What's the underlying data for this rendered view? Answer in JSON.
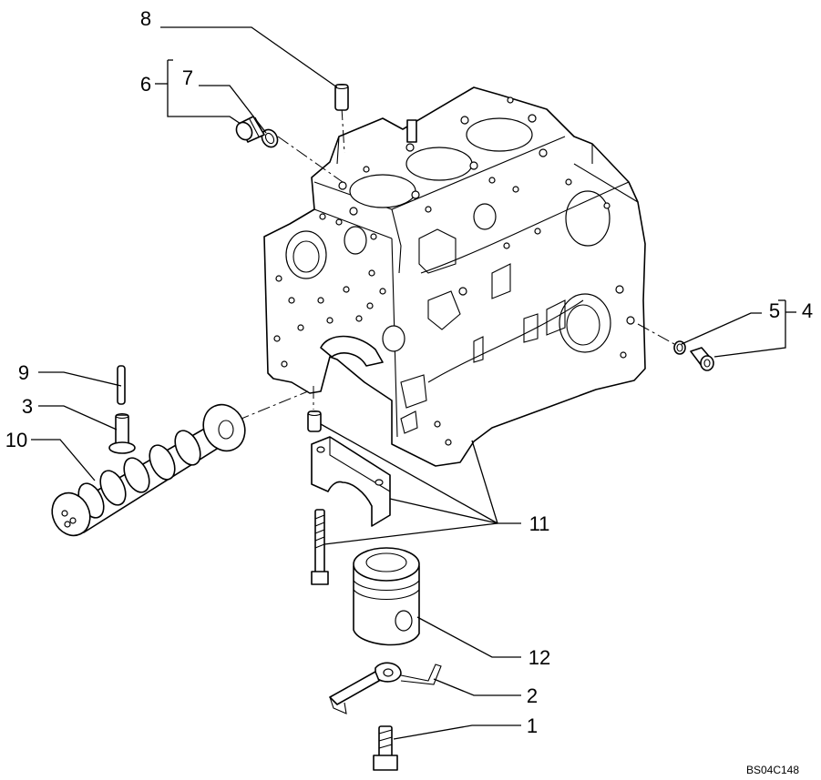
{
  "diagram": {
    "callouts": {
      "c1": "1",
      "c2": "2",
      "c3": "3",
      "c4": "4",
      "c5": "5",
      "c6": "6",
      "c7": "7",
      "c8": "8",
      "c9": "9",
      "c10": "10",
      "c11": "11",
      "c12": "12"
    },
    "figure_code": "BS04C148"
  }
}
